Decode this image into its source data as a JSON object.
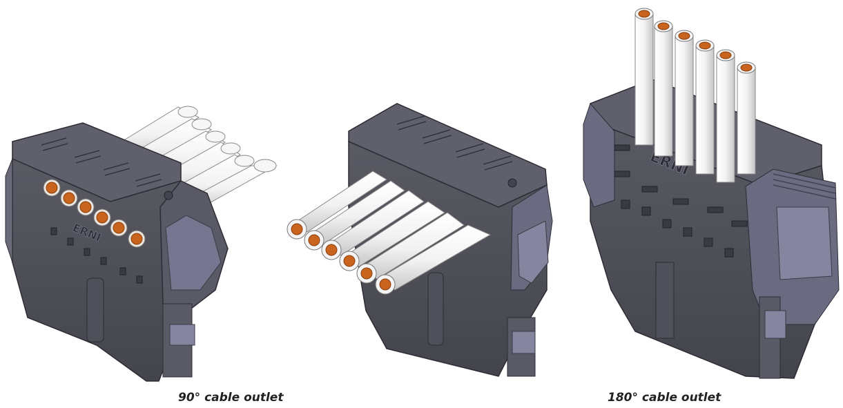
{
  "captions": {
    "left": "90° cable outlet",
    "right": "180° cable outlet"
  },
  "brand": {
    "logo_text": "ERNI"
  },
  "figures": [
    {
      "name": "connector-90-straight-view",
      "cable_count": 6
    },
    {
      "name": "connector-90-angled-view",
      "cable_count": 6
    },
    {
      "name": "connector-180-view",
      "cable_count": 6
    }
  ],
  "colors": {
    "housing_dark": "#4a4a52",
    "housing_mid": "#5e5e68",
    "housing_light": "#8a8aa2",
    "edge_highlight": "#c8c8e0",
    "cable_white": "#f4f4f4",
    "cable_shade": "#cfcfcf",
    "copper": "#c8641e",
    "copper_dark": "#8a3e0e",
    "caption": "#222222"
  }
}
